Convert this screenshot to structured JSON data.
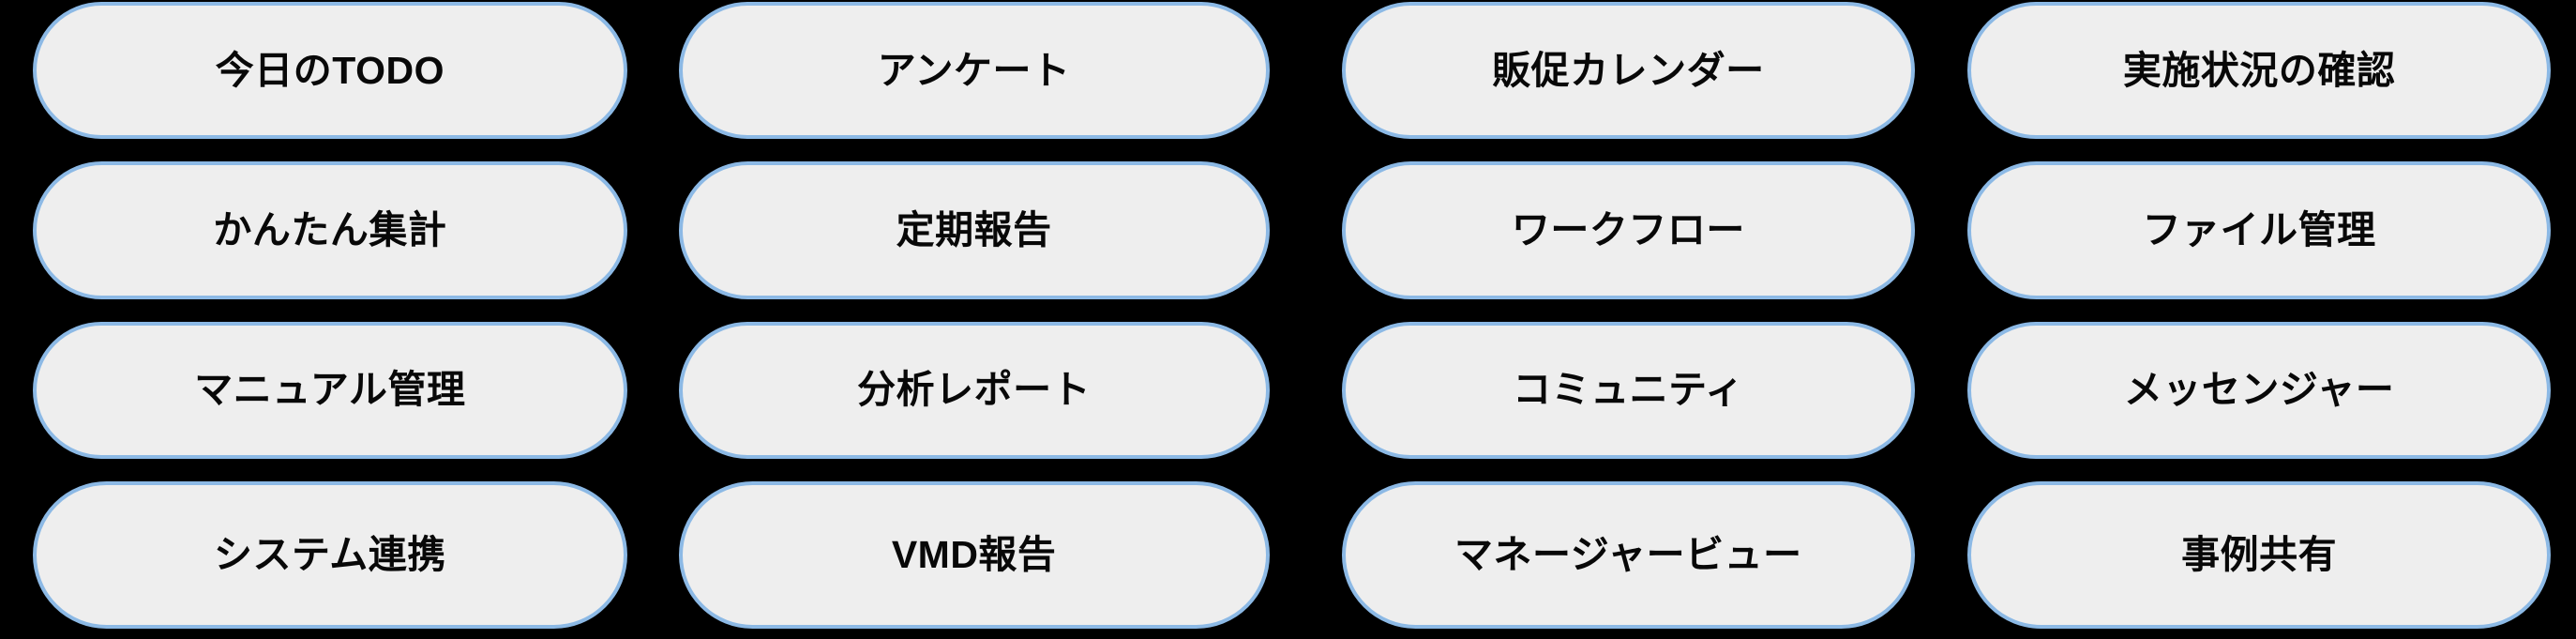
{
  "grid": {
    "columns": 4,
    "rows": 4,
    "background_color": "#000000",
    "button_fill_color": "#eeeeee",
    "button_border_color": "#8cb9e5",
    "button_text_color": "#080808"
  },
  "buttons": [
    {
      "label": "今日のTODO",
      "row": 1,
      "col": 1
    },
    {
      "label": "アンケート",
      "row": 1,
      "col": 2
    },
    {
      "label": "販促カレンダー",
      "row": 1,
      "col": 3
    },
    {
      "label": "実施状況の確認",
      "row": 1,
      "col": 4
    },
    {
      "label": "かんたん集計",
      "row": 2,
      "col": 1
    },
    {
      "label": "定期報告",
      "row": 2,
      "col": 2
    },
    {
      "label": "ワークフロー",
      "row": 2,
      "col": 3
    },
    {
      "label": "ファイル管理",
      "row": 2,
      "col": 4
    },
    {
      "label": "マニュアル管理",
      "row": 3,
      "col": 1
    },
    {
      "label": "分析レポート",
      "row": 3,
      "col": 2
    },
    {
      "label": "コミュニティ",
      "row": 3,
      "col": 3
    },
    {
      "label": "メッセンジャー",
      "row": 3,
      "col": 4
    },
    {
      "label": "システム連携",
      "row": 4,
      "col": 1
    },
    {
      "label": "VMD報告",
      "row": 4,
      "col": 2
    },
    {
      "label": "マネージャービュー",
      "row": 4,
      "col": 3
    },
    {
      "label": "事例共有",
      "row": 4,
      "col": 4
    }
  ]
}
